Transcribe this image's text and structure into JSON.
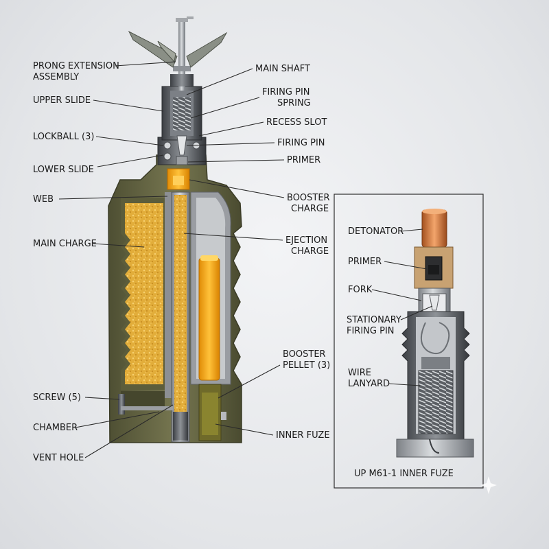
{
  "labels": {
    "prong_1": "PRONG EXTENSION",
    "prong_2": "ASSEMBLY",
    "upper_slide": "UPPER SLIDE",
    "lockball": "LOCKBALL (3)",
    "lower_slide": "LOWER SLIDE",
    "web": "WEB",
    "main_charge": "MAIN CHARGE",
    "screw": "SCREW (5)",
    "chamber": "CHAMBER",
    "vent_hole": "VENT HOLE",
    "main_shaft": "MAIN SHAFT",
    "firing_pin_spring_1": "FIRING PIN",
    "firing_pin_spring_2": "SPRING",
    "recess_slot": "RECESS SLOT",
    "firing_pin": "FIRING PIN",
    "primer": "PRIMER",
    "booster_charge_1": "BOOSTER",
    "booster_charge_2": "CHARGE",
    "ejection_charge_1": "EJECTION",
    "ejection_charge_2": "CHARGE",
    "booster_pellet_1": "BOOSTER",
    "booster_pellet_2": "PELLET (3)",
    "inner_fuze": "INNER FUZE"
  },
  "inset": {
    "title": "UP M61-1 INNER FUZE",
    "detonator": "DETONATOR",
    "primer": "PRIMER",
    "fork": "FORK",
    "stationary_1": "STATIONARY",
    "stationary_2": "FIRING PIN",
    "wire_1": "WIRE",
    "wire_2": "LANYARD"
  },
  "colors": {
    "casing": "#6b6b45",
    "charge": "#e6b23a",
    "booster": "#f5a90f",
    "metal": "#b9bcc0",
    "copper": "#d27a3c"
  }
}
